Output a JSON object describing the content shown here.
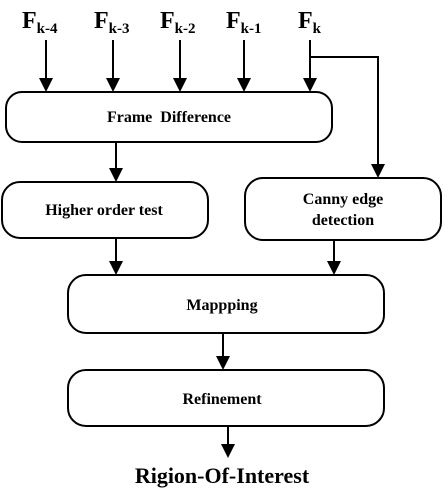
{
  "inputs": [
    {
      "base": "F",
      "sub": "k-4"
    },
    {
      "base": "F",
      "sub": "k-3"
    },
    {
      "base": "F",
      "sub": "k-2"
    },
    {
      "base": "F",
      "sub": "k-1"
    },
    {
      "base": "F",
      "sub": "k"
    }
  ],
  "boxes": {
    "frame_difference": "Frame  Difference",
    "higher_order_test": "Higher order test",
    "canny_line1": "Canny edge",
    "canny_line2": "detection",
    "mapping": "Mappping",
    "refinement": "Refinement"
  },
  "output": "Rigion-Of-Interest"
}
